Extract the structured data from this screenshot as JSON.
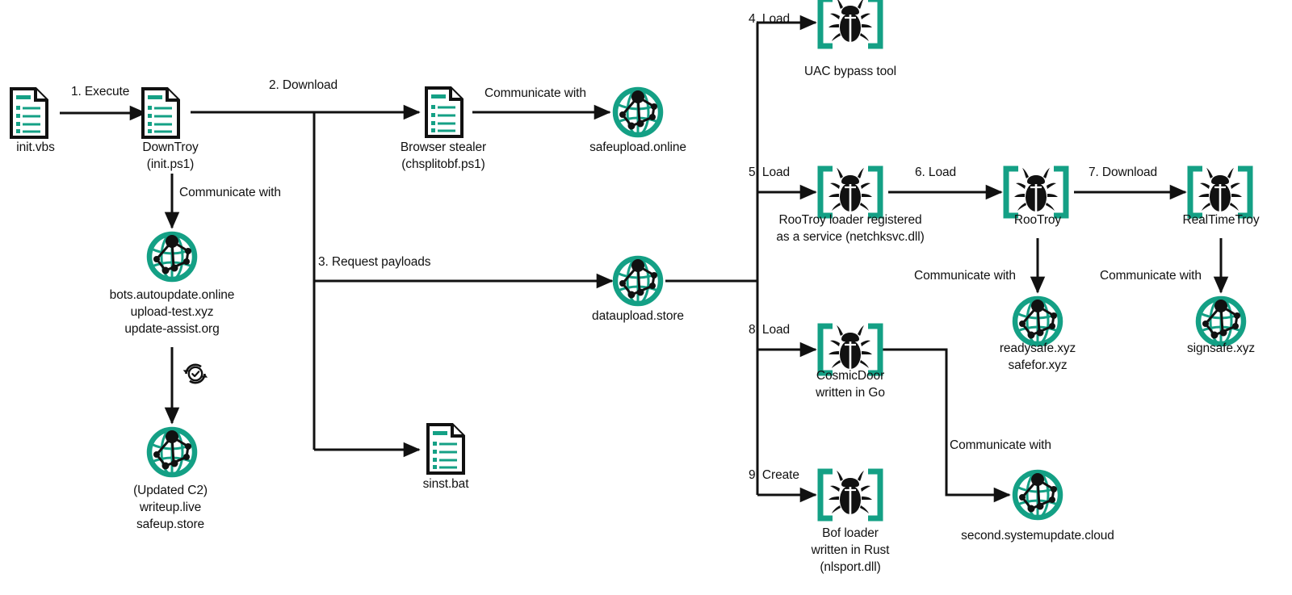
{
  "diagram": {
    "title": "Malware infection chain",
    "colors": {
      "accent_teal": "#14a085",
      "line_black": "#111111",
      "background": "#ffffff"
    },
    "nodes": [
      {
        "id": "init_vbs",
        "icon": "document-icon",
        "label": "init.vbs"
      },
      {
        "id": "downtroy",
        "icon": "document-icon",
        "label": "DownTroy\n(init.ps1)"
      },
      {
        "id": "browser_stealer",
        "icon": "document-icon",
        "label": "Browser stealer\n(chsplitobf.ps1)"
      },
      {
        "id": "safeupload",
        "icon": "globe-icon",
        "label": "safeupload.online"
      },
      {
        "id": "bots_c2",
        "icon": "globe-icon",
        "label": "bots.autoupdate.online\nupload-test.xyz\nupdate-assist.org"
      },
      {
        "id": "updated_c2",
        "icon": "globe-icon",
        "label": "(Updated C2)\nwriteup.live\nsafeup.store"
      },
      {
        "id": "sinst_bat",
        "icon": "document-icon",
        "label": "sinst.bat"
      },
      {
        "id": "dataupload",
        "icon": "globe-icon",
        "label": "dataupload.store"
      },
      {
        "id": "uac_bypass",
        "icon": "bug-icon",
        "label": "UAC bypass tool"
      },
      {
        "id": "rootroy_loader",
        "icon": "bug-icon",
        "label": "RooTroy loader registered\nas a service (netchksvc.dll)"
      },
      {
        "id": "rootroy",
        "icon": "bug-icon",
        "label": "RooTroy"
      },
      {
        "id": "realtimetroy",
        "icon": "bug-icon",
        "label": "RealTimeTroy"
      },
      {
        "id": "readysafe",
        "icon": "globe-icon",
        "label": "readysafe.xyz\nsafefor.xyz"
      },
      {
        "id": "signsafe",
        "icon": "globe-icon",
        "label": "signsafe.xyz"
      },
      {
        "id": "cosmicdoor",
        "icon": "bug-icon",
        "label": "CosmicDoor\nwritten in Go"
      },
      {
        "id": "bof_loader",
        "icon": "bug-icon",
        "label": "Bof loader\nwritten in Rust\n(nlsport.dll)"
      },
      {
        "id": "second_sysupd",
        "icon": "globe-icon",
        "label": "second.systemupdate.cloud"
      }
    ],
    "edges": [
      {
        "id": "e1",
        "from": "init_vbs",
        "to": "downtroy",
        "label": "1. Execute"
      },
      {
        "id": "e2",
        "from": "downtroy",
        "to": "browser_stealer",
        "label": "2. Download"
      },
      {
        "id": "e3",
        "from": "downtroy",
        "to": "bots_c2",
        "label": "Communicate with"
      },
      {
        "id": "e4",
        "from": "browser_stealer",
        "to": "safeupload",
        "label": "Communicate with"
      },
      {
        "id": "e5",
        "from": "bots_c2",
        "to": "updated_c2",
        "label": ""
      },
      {
        "id": "e6",
        "from": "downtroy",
        "to": "dataupload",
        "label": "3. Request payloads"
      },
      {
        "id": "e7",
        "from": "downtroy",
        "to": "sinst_bat",
        "label": ""
      },
      {
        "id": "e8",
        "from": "dataupload",
        "to": "uac_bypass",
        "label": "4. Load"
      },
      {
        "id": "e9",
        "from": "dataupload",
        "to": "rootroy_loader",
        "label": "5. Load"
      },
      {
        "id": "e10",
        "from": "rootroy_loader",
        "to": "rootroy",
        "label": "6. Load"
      },
      {
        "id": "e11",
        "from": "rootroy",
        "to": "realtimetroy",
        "label": "7. Download"
      },
      {
        "id": "e12",
        "from": "rootroy",
        "to": "readysafe",
        "label": "Communicate with"
      },
      {
        "id": "e13",
        "from": "realtimetroy",
        "to": "signsafe",
        "label": "Communicate with"
      },
      {
        "id": "e14",
        "from": "dataupload",
        "to": "cosmicdoor",
        "label": "8. Load"
      },
      {
        "id": "e15",
        "from": "dataupload",
        "to": "bof_loader",
        "label": "9. Create"
      },
      {
        "id": "e16",
        "from": "cosmicdoor",
        "to": "second_sysupd",
        "label": "Communicate with"
      }
    ],
    "edge_labels": {
      "execute": "1. Execute",
      "download": "2. Download",
      "communicate_with": "Communicate with",
      "request_payloads": "3. Request payloads",
      "load4": "4. Load",
      "load5": "5. Load",
      "load6": "6. Load",
      "download7": "7. Download",
      "load8": "8. Load",
      "create9": "9. Create"
    },
    "node_labels": {
      "init_vbs": "init.vbs",
      "downtroy_l1": "DownTroy",
      "downtroy_l2": "(init.ps1)",
      "browser_stealer_l1": "Browser stealer",
      "browser_stealer_l2": "(chsplitobf.ps1)",
      "safeupload": "safeupload.online",
      "bots_c2_l1": "bots.autoupdate.online",
      "bots_c2_l2": "upload-test.xyz",
      "bots_c2_l3": "update-assist.org",
      "updated_c2_l1": "(Updated C2)",
      "updated_c2_l2": "writeup.live",
      "updated_c2_l3": "safeup.store",
      "sinst_bat": "sinst.bat",
      "dataupload": "dataupload.store",
      "uac_bypass": "UAC bypass tool",
      "rootroy_loader_l1": "RooTroy loader registered",
      "rootroy_loader_l2": "as a service (netchksvc.dll)",
      "rootroy": "RooTroy",
      "realtimetroy": "RealTimeTroy",
      "readysafe_l1": "readysafe.xyz",
      "readysafe_l2": "safefor.xyz",
      "signsafe": "signsafe.xyz",
      "cosmicdoor_l1": "CosmicDoor",
      "cosmicdoor_l2": "written in Go",
      "bof_loader_l1": "Bof loader",
      "bof_loader_l2": "written in Rust",
      "bof_loader_l3": "(nlsport.dll)",
      "second_sysupd": "second.systemupdate.cloud"
    }
  }
}
